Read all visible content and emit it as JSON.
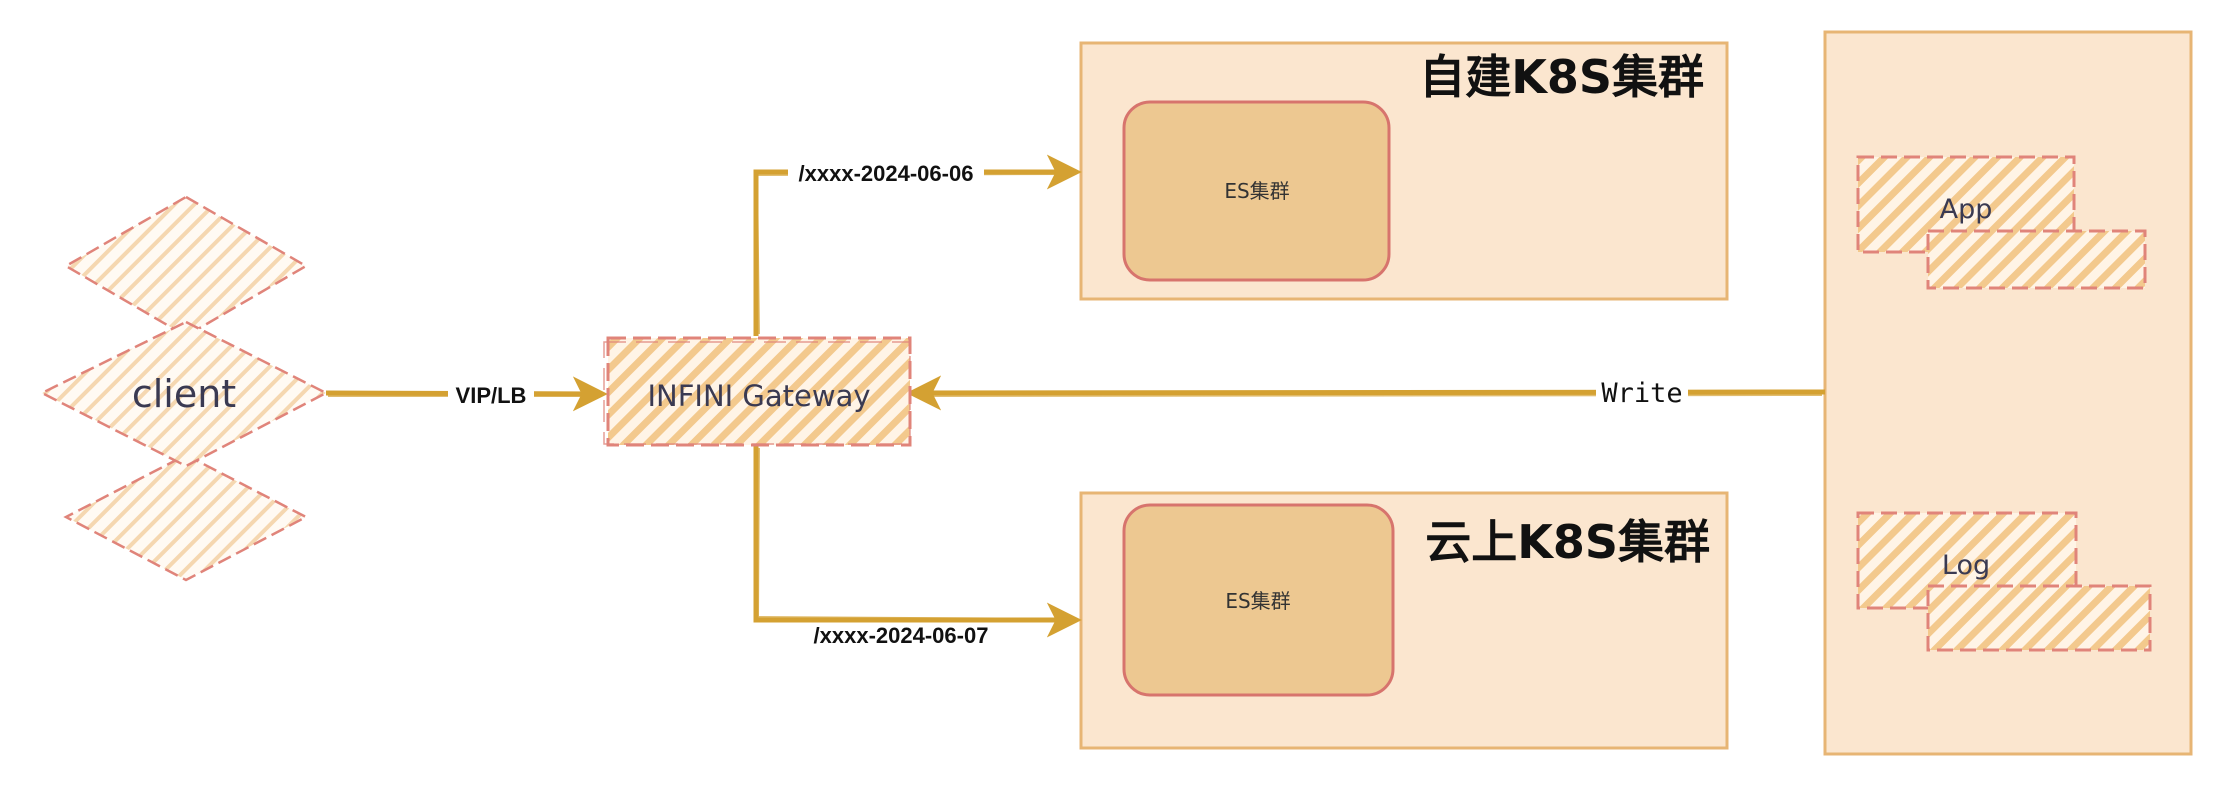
{
  "colors": {
    "cluster_fill": "#fbe6cf",
    "cluster_stroke": "#e7b574",
    "es_fill": "#edc891",
    "es_stroke": "#d7746d",
    "arrow": "#d4a132",
    "hatch_fill": "#f3c98d",
    "hatch_stroke": "#e0847a"
  },
  "client": {
    "label": "client"
  },
  "gateway": {
    "label": "INFINI Gateway"
  },
  "edges": {
    "client_to_gateway": "VIP/LB",
    "gateway_to_selfbuilt": "/xxxx-2024-06-06",
    "gateway_to_cloud": "/xxxx-2024-06-07",
    "app_to_gateway": "Write"
  },
  "clusters": {
    "selfbuilt": {
      "title": "自建K8S集群",
      "es_label": "ES集群"
    },
    "cloud": {
      "title": "云上K8S集群",
      "es_label": "ES集群"
    }
  },
  "sources": {
    "app": "App",
    "log": "Log"
  }
}
